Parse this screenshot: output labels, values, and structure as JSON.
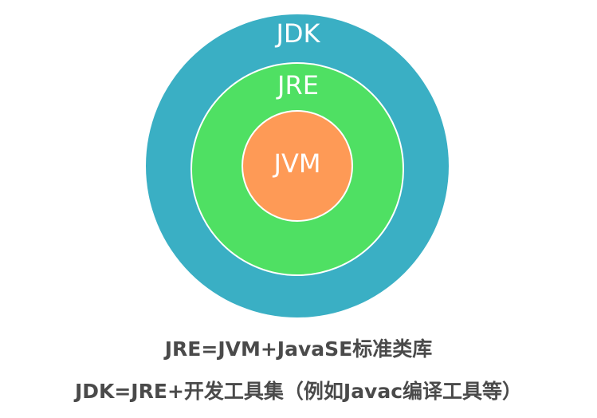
{
  "diagram": {
    "rings": [
      {
        "label": "JDK",
        "color": "#3aafc4"
      },
      {
        "label": "JRE",
        "color": "#4fe063"
      },
      {
        "label": "JVM",
        "color": "#fe9a56"
      }
    ],
    "ring_stroke_color": "#ffffff"
  },
  "captions": {
    "line1": "JRE=JVM+JavaSE标准类库",
    "line2": "JDK=JRE+开发工具集（例如Javac编译工具等）"
  }
}
